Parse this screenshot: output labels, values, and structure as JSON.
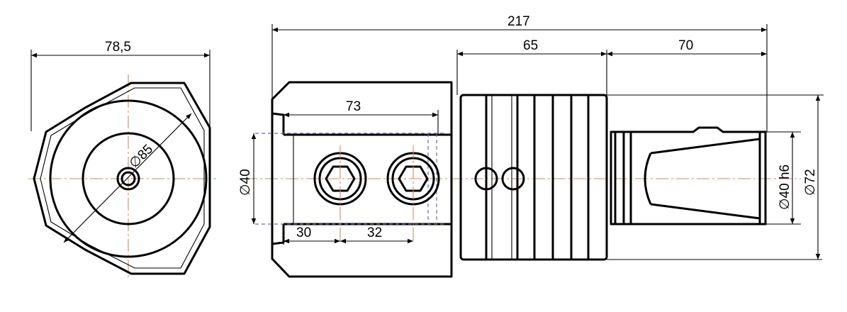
{
  "drawing": {
    "dimensions": {
      "front_width": "78,5",
      "front_diameter": "∅85",
      "total_length": "217",
      "clamp_length": "65",
      "shank_length": "70",
      "slot_length": "73",
      "bore_diameter": "∅40",
      "screw_offset_1": "30",
      "screw_offset_2": "32",
      "shank_diameter": "∅40 h6",
      "body_diameter": "∅72"
    }
  }
}
